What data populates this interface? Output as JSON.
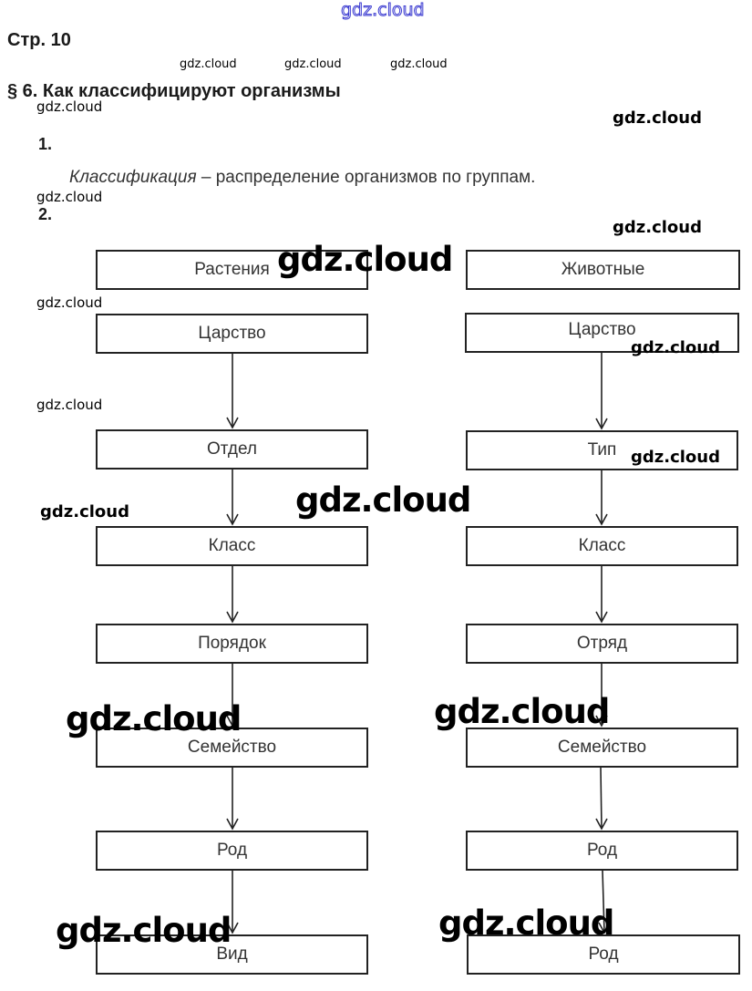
{
  "watermark": "gdz.cloud",
  "header": {
    "page_ref": "Стр. 10",
    "section_title": "§ 6. Как классифицируют организмы"
  },
  "question1": {
    "number": "1.",
    "term": "Классификация",
    "definition": " – распределение организмов по группам."
  },
  "question2": {
    "number": "2.",
    "plants": {
      "title": "Растения",
      "levels": [
        "Царство",
        "Отдел",
        "Класс",
        "Порядок",
        "Семейство",
        "Род",
        "Вид"
      ]
    },
    "animals": {
      "title": "Животные",
      "levels": [
        "Царство",
        "Тип",
        "Класс",
        "Отряд",
        "Семейство",
        "Род",
        "Род"
      ]
    }
  }
}
